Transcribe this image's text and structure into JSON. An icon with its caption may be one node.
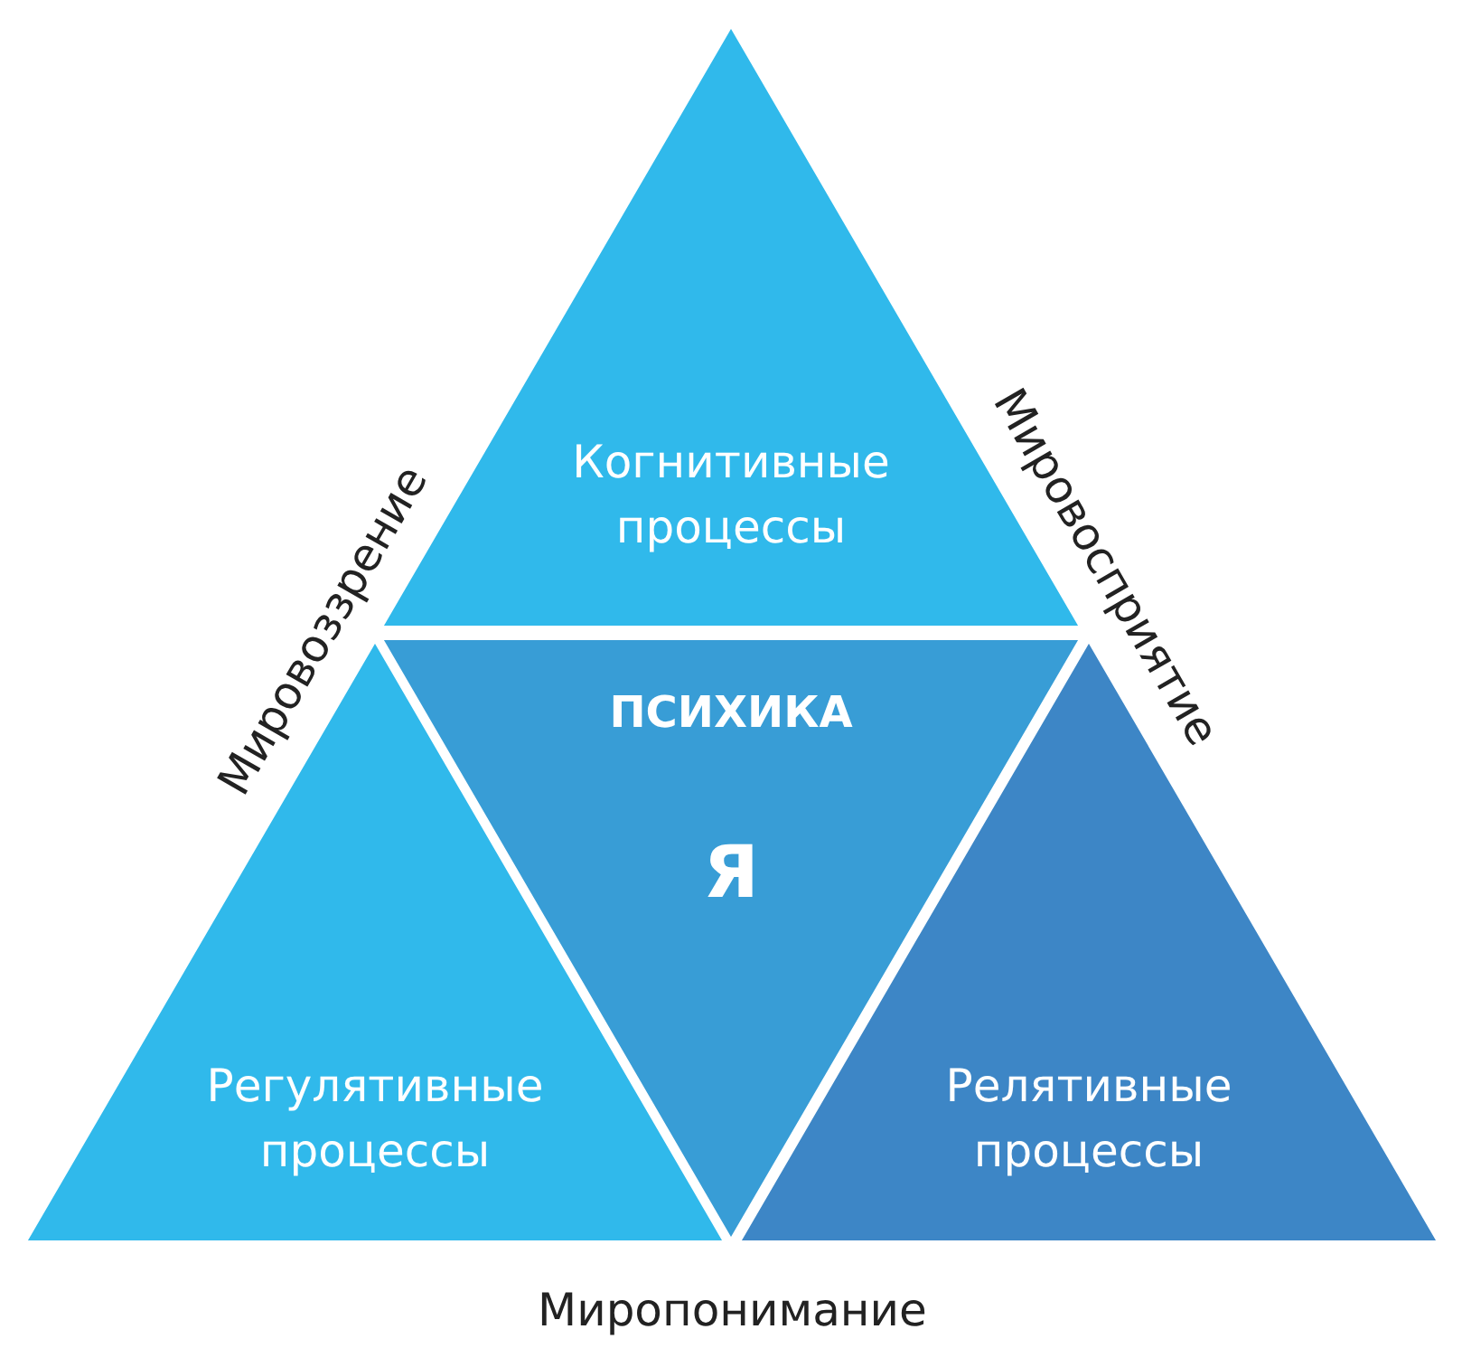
{
  "diagram": {
    "nodes": [
      {
        "text": [
          "Когнитивные процессы"
        ]
      },
      {
        "text": [
          "ПСИХИКА",
          "Я"
        ]
      },
      {
        "text": [
          "Регулятивные процессы"
        ]
      },
      {
        "text": [
          "Релятивные процессы"
        ]
      }
    ],
    "labels": [
      "Мировоззрение",
      "Мировосприятие",
      "Миропонимание"
    ]
  }
}
